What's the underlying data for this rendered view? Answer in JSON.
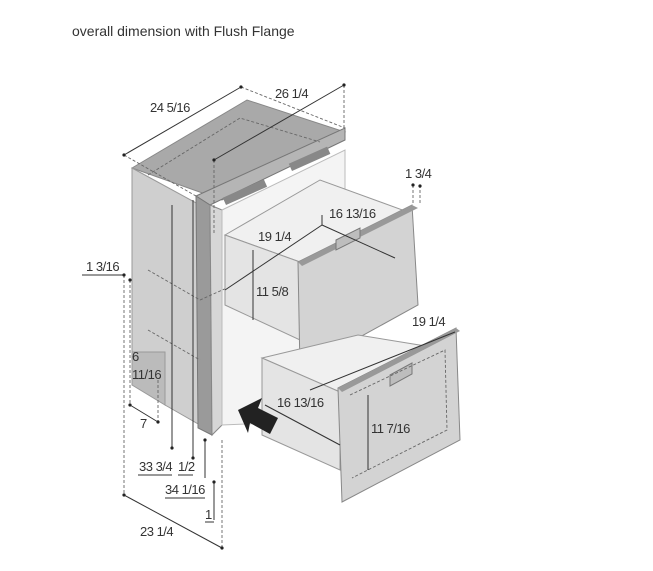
{
  "title": "overall dimension with Flush Flange",
  "dimensions": {
    "depth_overall": "24 5/16",
    "width_top": "26 1/4",
    "flange_depth_top": "1 3/4",
    "drawer1_width": "16 13/16",
    "drawer1_depth": "19 1/4",
    "drawer1_height": "11 5/8",
    "side_offset": "1 3/16",
    "cutout_height_a": "6",
    "cutout_height_b": "11/16",
    "cutout_depth": "7",
    "drawer2_depth": "19 1/4",
    "drawer2_width": "16 13/16",
    "drawer2_height": "11 7/16",
    "height_body": "33 3/4",
    "flange_half": "1/2",
    "height_overall": "34 1/16",
    "flange_thickness": "1",
    "depth_body": "23 1/4"
  },
  "colors": {
    "panel": "#c8c8c8",
    "panel_dark": "#9a9a9a",
    "panel_light": "#e2e2e2",
    "arrow": "#222222"
  }
}
